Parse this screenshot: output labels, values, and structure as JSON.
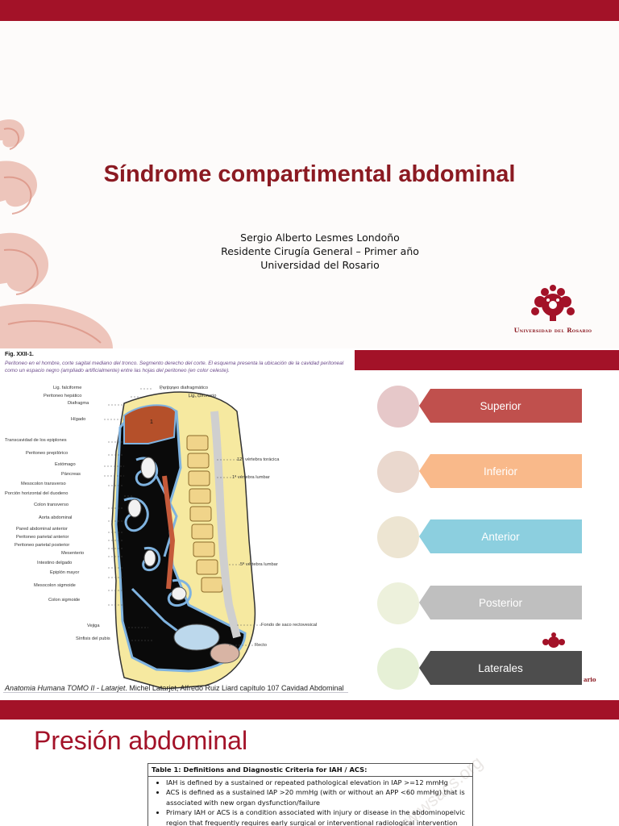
{
  "colors": {
    "brand_red": "#a31228",
    "title_red": "#8b1a22"
  },
  "slide1": {
    "title": "Síndrome compartimental abdominal",
    "author_name": "Sergio Alberto Lesmes Londoño",
    "author_role": "Residente Cirugía General – Primer año",
    "author_institution": "Universidad del Rosario",
    "logo_text": "Universidad del Rosario",
    "logo_icon": "university-crest-icon"
  },
  "slide2": {
    "figure_label": "Fig. XXII-1.",
    "figure_caption": "Peritoneo en el hombre, corte sagital mediano del tronco. Segmento derecho del corte. El esquema presenta la ubicación de la cavidad peritoneal como un espacio negro (ampliado artificialmente) entre las hojas del peritoneo (en color celeste).",
    "labels_left": [
      "Lig. falciforme",
      "Peritoneo hepático",
      "Diafragma",
      "Hígado",
      "Transcavidad de los epiplones",
      "Peritoneo prepilórico",
      "Estómago",
      "Páncreas",
      "Mesocolon transverso",
      "Porción horizontal del duodeno",
      "Colon transverso",
      "Aorta abdominal",
      "Pared abdominal anterior",
      "Peritoneo parietal anterior",
      "Peritoneo parietal posterior",
      "Mesenterio",
      "Intestino delgado",
      "Epiplón mayor",
      "Mesocolon sigmoide",
      "Colon sigmoide",
      "Vejiga",
      "Sínfisis del pubis"
    ],
    "labels_right": [
      "Peritoneo diafragmático",
      "Lig. coronario",
      "12ª vértebra torácica",
      "1ª vértebra lumbar",
      "5ª vértebra lumbar",
      "Fondo de saco rectovesical",
      "Recto"
    ],
    "liver_marker": "1",
    "credit_title": "Anatomia Humana TOMO II - Latarjet",
    "credit_rest": ". Michel Latarjet, Alfredo Ruiz Liard capítulo 107 Cavidad Abdominal",
    "ghost_logo_text": "ario",
    "directions": [
      {
        "label": "Superior",
        "box_color": "#c0504d",
        "circle_color": "#e6c8c9"
      },
      {
        "label": "Inferior",
        "box_color": "#f9b98a",
        "circle_color": "#ead8ce"
      },
      {
        "label": "Anterior",
        "box_color": "#8ccfdf",
        "circle_color": "#ede5d2"
      },
      {
        "label": "Posterior",
        "box_color": "#bfbfbf",
        "circle_color": "#edf1dc"
      },
      {
        "label": "Laterales",
        "box_color": "#4d4d4d",
        "circle_color": "#e6f0d6"
      }
    ]
  },
  "slide3": {
    "title": "Presión abdominal",
    "table_title": "Table 1: Definitions and Diagnostic Criteria for IAH / ACS:",
    "bullets": [
      "IAH is defined by a sustained or repeated pathological elevation in IAP >=12 mmHg",
      "ACS is defined as a sustained IAP >20 mmHg (with or without an APP <60 mmHg) that is associated with new organ dysfunction/failure",
      "Primary IAH or ACS is a condition associated with injury or disease in the abdominopelvic region that frequently requires early surgical or interventional radiological intervention"
    ],
    "watermark": "www.wsacs.org"
  }
}
